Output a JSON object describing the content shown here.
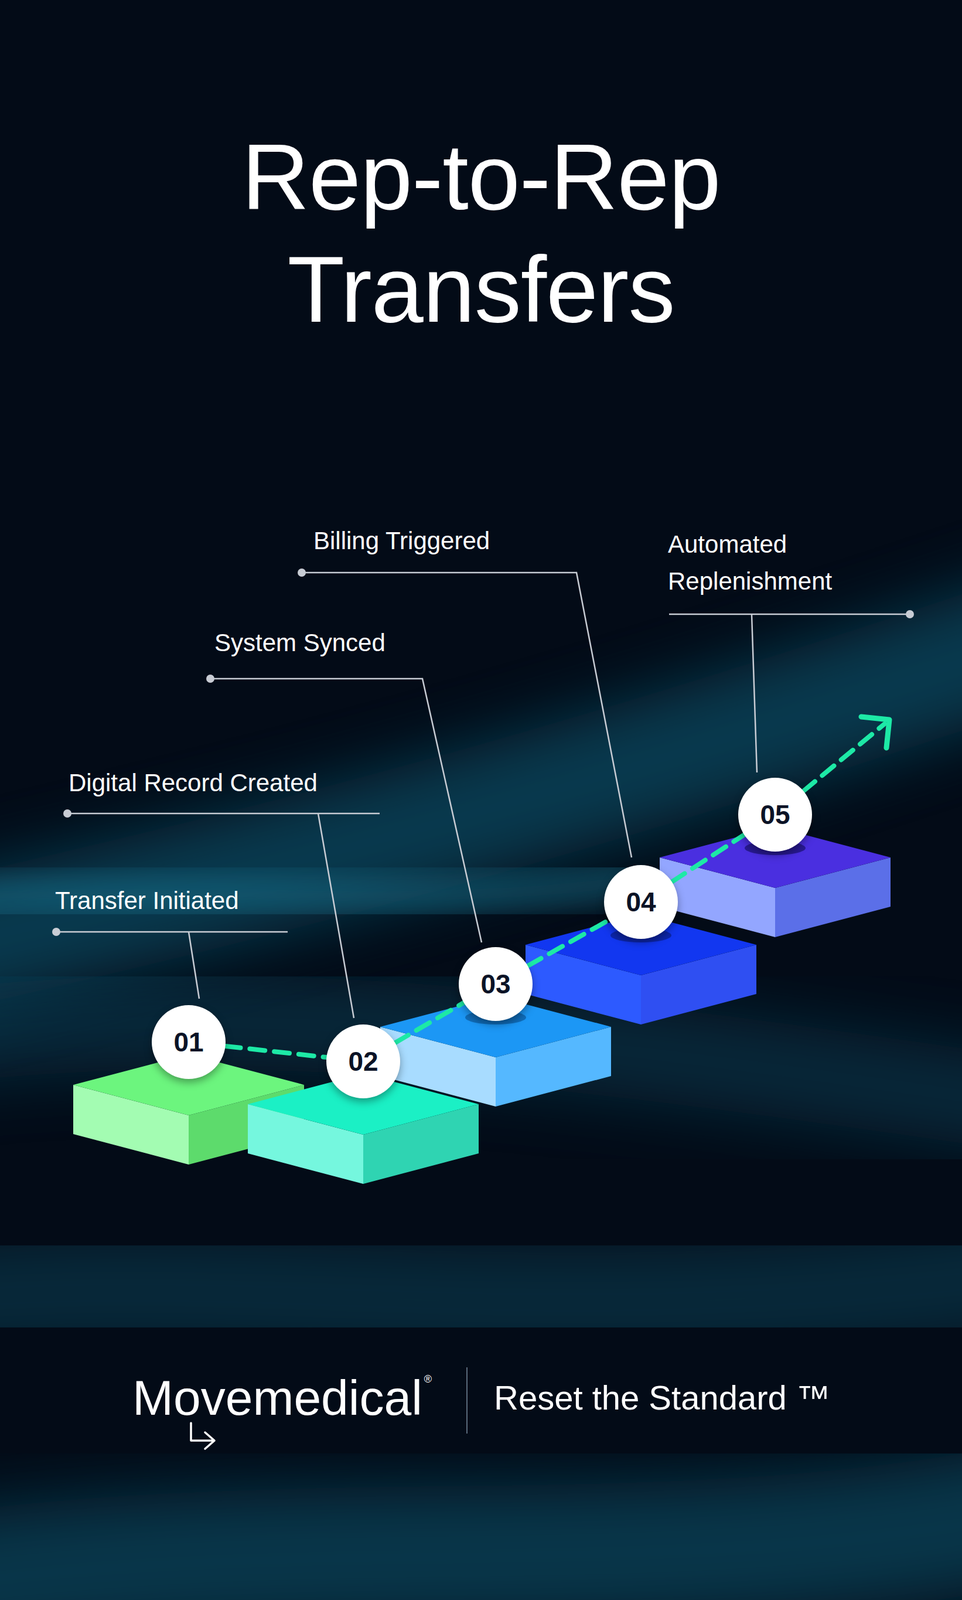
{
  "diagram": {
    "title": "Rep-to-Rep Transfers",
    "nodes": [
      {
        "text": [
          "01"
        ]
      },
      {
        "text": [
          "02"
        ]
      },
      {
        "text": [
          "03"
        ]
      },
      {
        "text": [
          "04"
        ]
      },
      {
        "text": [
          "05"
        ]
      }
    ],
    "edges": [
      {
        "from": 0,
        "to": 1,
        "arrow": "none"
      },
      {
        "from": 1,
        "to": 2,
        "arrow": "none"
      },
      {
        "from": 2,
        "to": 3,
        "arrow": "none"
      },
      {
        "from": 3,
        "to": 4,
        "arrow": "none"
      }
    ],
    "labels": [
      "Transfer Initiated",
      "Digital Record Created",
      "System Synced",
      "Billing Triggered",
      "Automated Replenishment",
      "Movemedical",
      "®",
      "Reset the Standard ™"
    ]
  }
}
